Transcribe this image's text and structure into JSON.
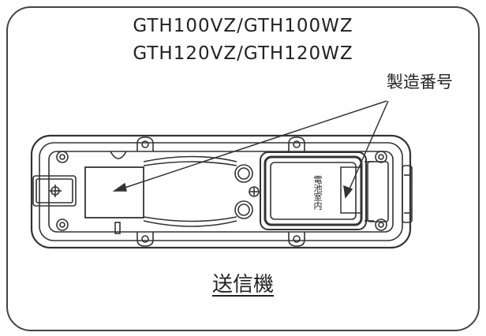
{
  "models": {
    "line1": "GTH100VZ/GTH100WZ",
    "line2": "GTH120VZ/GTH120WZ"
  },
  "callout": {
    "serial_number_label": "製造番号"
  },
  "device": {
    "compartment_label": "電池室内"
  },
  "caption": "送信機",
  "colors": {
    "line": "#333333",
    "frame": "#444444",
    "background": "#ffffff"
  }
}
